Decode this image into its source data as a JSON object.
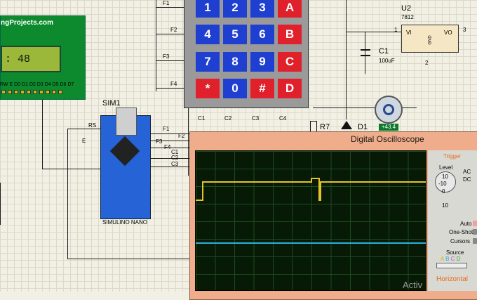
{
  "lcd": {
    "title": "ngProjects.com",
    "text": ": 48",
    "pins": [
      "RW",
      "E",
      "D0",
      "D1",
      "D2",
      "D3",
      "D4",
      "D5",
      "D6",
      "D7"
    ]
  },
  "keypad": {
    "row_labels": [
      "A",
      "B",
      "C",
      "D"
    ],
    "net_labels": [
      "F1",
      "F2",
      "F3",
      "F4"
    ],
    "col_labels": [
      "C1",
      "C2",
      "C3",
      "C4"
    ],
    "keys": [
      {
        "label": "1",
        "color": "blue"
      },
      {
        "label": "2",
        "color": "blue"
      },
      {
        "label": "3",
        "color": "blue"
      },
      {
        "label": "A",
        "color": "red"
      },
      {
        "label": "4",
        "color": "blue"
      },
      {
        "label": "5",
        "color": "blue"
      },
      {
        "label": "6",
        "color": "blue"
      },
      {
        "label": "B",
        "color": "red"
      },
      {
        "label": "7",
        "color": "blue"
      },
      {
        "label": "8",
        "color": "blue"
      },
      {
        "label": "9",
        "color": "blue"
      },
      {
        "label": "C",
        "color": "red"
      },
      {
        "label": "*",
        "color": "red"
      },
      {
        "label": "0",
        "color": "blue"
      },
      {
        "label": "#",
        "color": "red"
      },
      {
        "label": "D",
        "color": "red"
      }
    ]
  },
  "arduino": {
    "ref": "SIM1",
    "name": "SIMULINO NANO",
    "net_rs": "RS",
    "net_e": "E",
    "right_nets": [
      "F1",
      "F2",
      "F3",
      "F4",
      "C1",
      "C2",
      "C3"
    ]
  },
  "regulator": {
    "ref": "U2",
    "part": "7812",
    "pin_vi": "VI",
    "pin_vo": "VO",
    "pin_gnd": "GND",
    "pin1": "1",
    "pin3": "3",
    "pin2": "2"
  },
  "capacitor": {
    "ref": "C1",
    "value": "100uF"
  },
  "resistor": {
    "ref": "R7"
  },
  "diode": {
    "ref": "D1"
  },
  "motor": {
    "readout": "+43.4"
  },
  "oscilloscope": {
    "title": "Digital Oscilloscope",
    "trigger": "Trigger",
    "level": "Level",
    "ac": "AC",
    "dc": "DC",
    "level_values": [
      "10",
      "-10",
      "0",
      "10"
    ],
    "auto": "Auto",
    "one_shot": "One-Shot",
    "cursors": "Cursors",
    "source": "Source",
    "source_channels": [
      "A",
      "B",
      "C",
      "D"
    ],
    "horizontal": "Horizontal"
  },
  "watermark": "Activ",
  "colors": {
    "trace_yellow": "#e6c229",
    "trace_cyan": "#2ab0d8",
    "key_blue": "#1f3fd1",
    "key_red": "#e0202a"
  }
}
